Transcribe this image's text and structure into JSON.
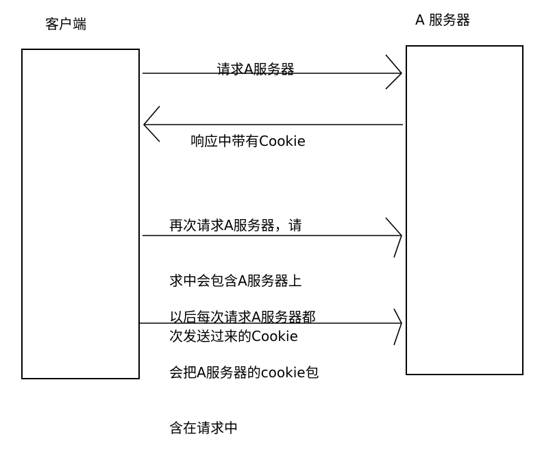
{
  "client": {
    "label": "客户端"
  },
  "server": {
    "label": "A 服务器"
  },
  "messages": [
    {
      "lines": [
        "请求A服务器"
      ],
      "direction": "to-server"
    },
    {
      "lines": [
        "响应中带有Cookie"
      ],
      "direction": "to-client"
    },
    {
      "lines": [
        "再次请求A服务器，请",
        "求中会包含A服务器上",
        "次发送过来的Cookie"
      ],
      "direction": "to-server"
    },
    {
      "lines": [
        "以后每次请求A服务器都",
        "会把A服务器的cookie包",
        "含在请求中"
      ],
      "direction": "to-server"
    }
  ],
  "colors": {
    "stroke": "#000000",
    "background": "#ffffff"
  }
}
